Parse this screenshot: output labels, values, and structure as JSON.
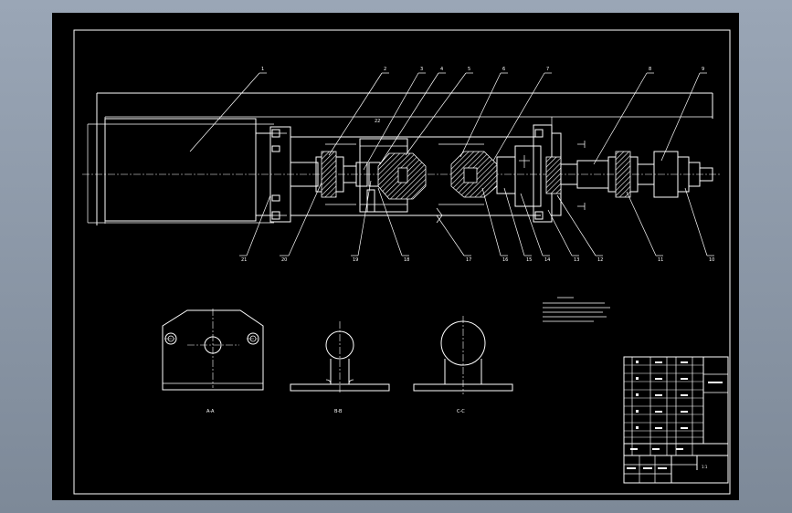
{
  "drawing": {
    "part_balloons": [
      "1",
      "2",
      "3",
      "4",
      "5",
      "6",
      "7",
      "8",
      "9",
      "10",
      "11",
      "12",
      "13",
      "14",
      "15",
      "16",
      "17",
      "18",
      "19",
      "20",
      "21",
      "22"
    ],
    "view_labels": [
      "A-A",
      "B-B",
      "C-C"
    ],
    "title_block_scale": "1:1"
  }
}
